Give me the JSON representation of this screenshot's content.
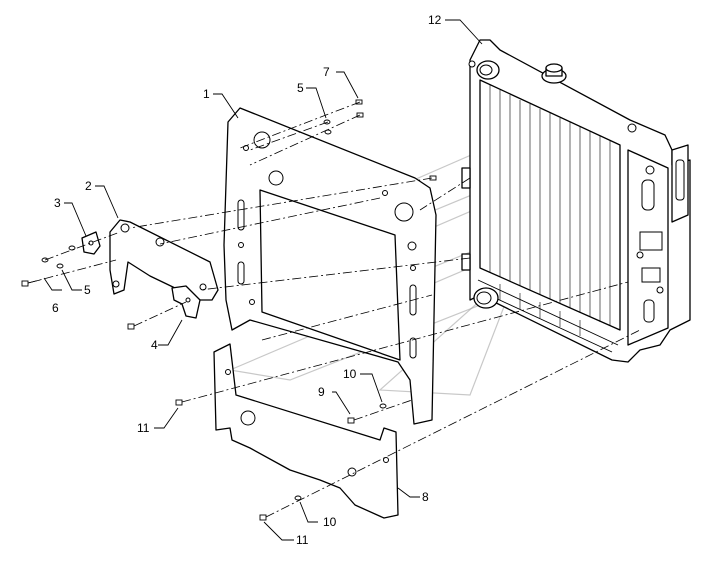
{
  "callouts": {
    "c1": "1",
    "c2": "2",
    "c3": "3",
    "c4": "4",
    "c5a": "5",
    "c5b": "5",
    "c6": "6",
    "c7": "7",
    "c8": "8",
    "c9": "9",
    "c10a": "10",
    "c10b": "10",
    "c11a": "11",
    "c11b": "11",
    "c12": "12"
  },
  "colors": {
    "line": "#000000",
    "background": "#ffffff",
    "watermark": "#9a9a9a"
  }
}
